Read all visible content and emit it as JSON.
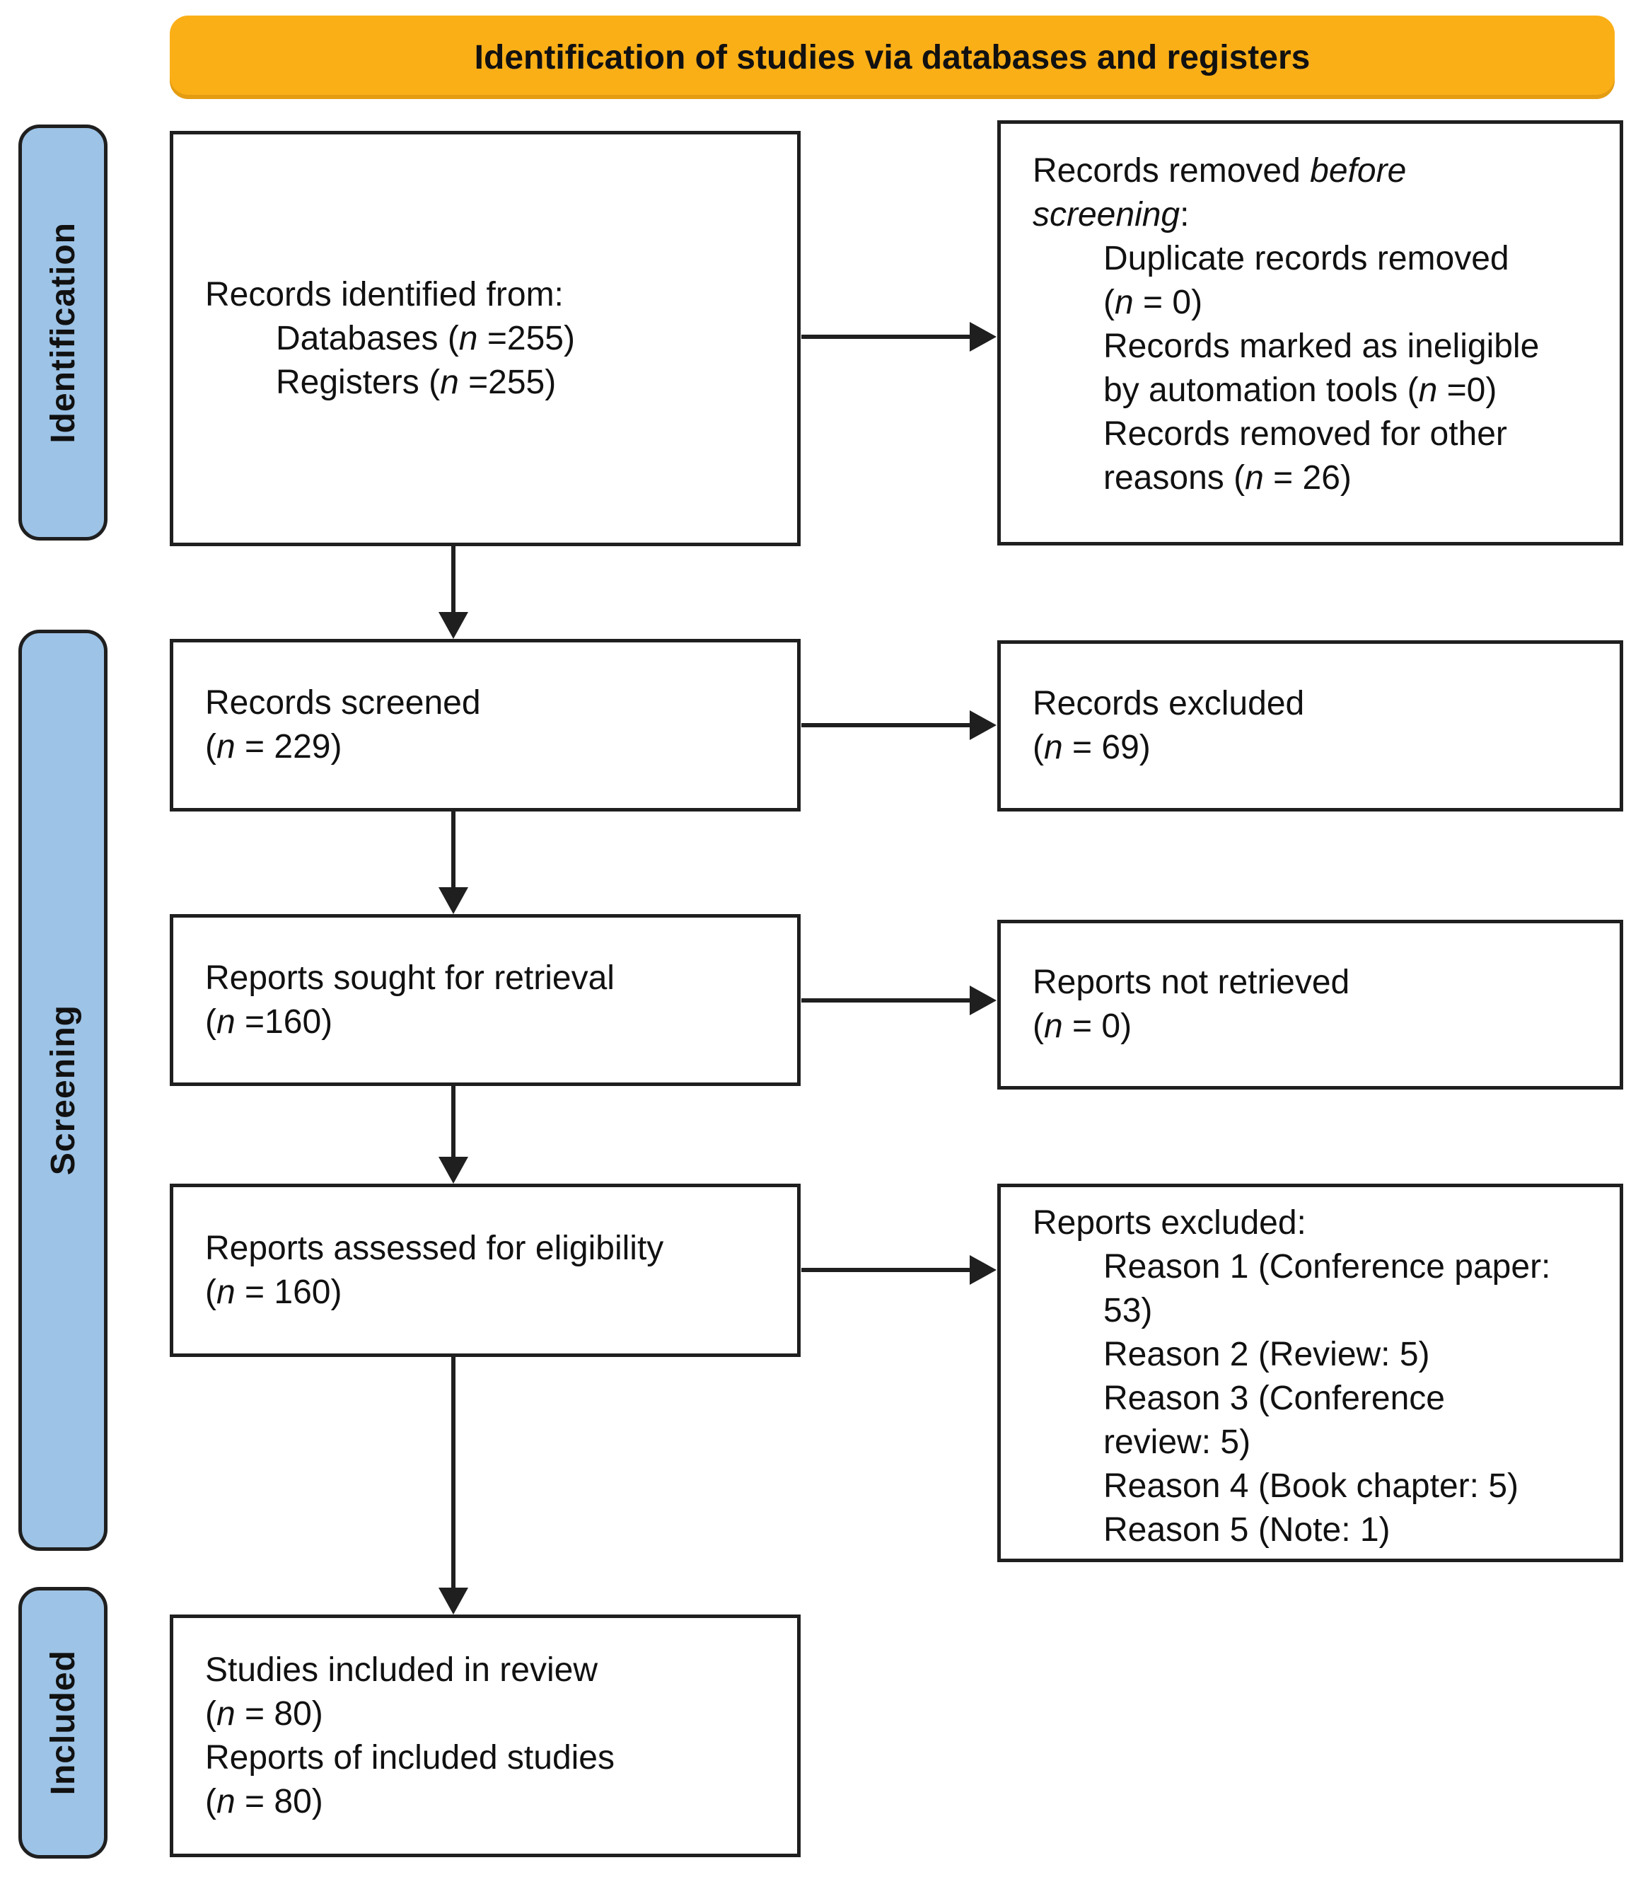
{
  "header": {
    "title": "Identification of studies via databases and registers"
  },
  "colors": {
    "banner": "#FBAF17",
    "sidebar": "#9DC3E6",
    "border": "#1F1F1F",
    "text": "#111111",
    "background": "#FFFFFF"
  },
  "sidebar": {
    "items": [
      {
        "label": "Identification"
      },
      {
        "label": "Screening"
      },
      {
        "label": "Included"
      }
    ]
  },
  "boxes": {
    "records_identified": {
      "lines": [
        {
          "indent": 0,
          "segments": [
            {
              "text": "Records identified from:"
            }
          ]
        },
        {
          "indent": 1,
          "segments": [
            {
              "text": "Databases ("
            },
            {
              "text": "n",
              "italic": true
            },
            {
              "text": " =255)"
            }
          ]
        },
        {
          "indent": 1,
          "segments": [
            {
              "text": "Registers ("
            },
            {
              "text": "n",
              "italic": true
            },
            {
              "text": " =255)"
            }
          ]
        }
      ]
    },
    "records_removed": {
      "lines": [
        {
          "indent": 0,
          "segments": [
            {
              "text": "Records removed "
            },
            {
              "text": "before",
              "italic": true
            }
          ]
        },
        {
          "indent": 0,
          "segments": [
            {
              "text": "screening",
              "italic": true
            },
            {
              "text": ":"
            }
          ]
        },
        {
          "indent": 1,
          "segments": [
            {
              "text": "Duplicate records removed"
            }
          ]
        },
        {
          "indent": 1,
          "segments": [
            {
              "text": "("
            },
            {
              "text": "n",
              "italic": true
            },
            {
              "text": " = 0)"
            }
          ]
        },
        {
          "indent": 1,
          "segments": [
            {
              "text": "Records marked as ineligible"
            }
          ]
        },
        {
          "indent": 1,
          "segments": [
            {
              "text": "by automation tools ("
            },
            {
              "text": "n",
              "italic": true
            },
            {
              "text": " =0)"
            }
          ]
        },
        {
          "indent": 1,
          "segments": [
            {
              "text": "Records removed for other"
            }
          ]
        },
        {
          "indent": 1,
          "segments": [
            {
              "text": "reasons ("
            },
            {
              "text": "n",
              "italic": true
            },
            {
              "text": " = 26)"
            }
          ]
        }
      ]
    },
    "records_screened": {
      "lines": [
        {
          "indent": 0,
          "segments": [
            {
              "text": "Records screened"
            }
          ]
        },
        {
          "indent": 0,
          "segments": [
            {
              "text": "("
            },
            {
              "text": "n",
              "italic": true
            },
            {
              "text": " = 229)"
            }
          ]
        }
      ]
    },
    "records_excluded": {
      "lines": [
        {
          "indent": 0,
          "segments": [
            {
              "text": "Records excluded"
            }
          ]
        },
        {
          "indent": 0,
          "segments": [
            {
              "text": "("
            },
            {
              "text": "n",
              "italic": true
            },
            {
              "text": " = 69)"
            }
          ]
        }
      ]
    },
    "reports_sought": {
      "lines": [
        {
          "indent": 0,
          "segments": [
            {
              "text": "Reports sought for retrieval"
            }
          ]
        },
        {
          "indent": 0,
          "segments": [
            {
              "text": "("
            },
            {
              "text": "n",
              "italic": true
            },
            {
              "text": " =160)"
            }
          ]
        }
      ]
    },
    "reports_not_retrieved": {
      "lines": [
        {
          "indent": 0,
          "segments": [
            {
              "text": "Reports not retrieved"
            }
          ]
        },
        {
          "indent": 0,
          "segments": [
            {
              "text": "("
            },
            {
              "text": "n",
              "italic": true
            },
            {
              "text": " = 0)"
            }
          ]
        }
      ]
    },
    "reports_assessed": {
      "lines": [
        {
          "indent": 0,
          "segments": [
            {
              "text": "Reports assessed for eligibility"
            }
          ]
        },
        {
          "indent": 0,
          "segments": [
            {
              "text": "("
            },
            {
              "text": "n",
              "italic": true
            },
            {
              "text": " = 160)"
            }
          ]
        }
      ]
    },
    "reports_excluded": {
      "lines": [
        {
          "indent": 0,
          "segments": [
            {
              "text": "Reports excluded:"
            }
          ]
        },
        {
          "indent": 1,
          "segments": [
            {
              "text": "Reason 1 (Conference paper:"
            }
          ]
        },
        {
          "indent": 1,
          "segments": [
            {
              "text": "53)"
            }
          ]
        },
        {
          "indent": 1,
          "segments": [
            {
              "text": "Reason 2 (Review: 5)"
            }
          ]
        },
        {
          "indent": 1,
          "segments": [
            {
              "text": "Reason 3 (Conference"
            }
          ]
        },
        {
          "indent": 1,
          "segments": [
            {
              "text": "review: 5)"
            }
          ]
        },
        {
          "indent": 1,
          "segments": [
            {
              "text": "Reason 4 (Book chapter: 5)"
            }
          ]
        },
        {
          "indent": 1,
          "segments": [
            {
              "text": "Reason 5 (Note: 1)"
            }
          ]
        }
      ]
    },
    "studies_included": {
      "lines": [
        {
          "indent": 0,
          "segments": [
            {
              "text": "Studies included in review"
            }
          ]
        },
        {
          "indent": 0,
          "segments": [
            {
              "text": "("
            },
            {
              "text": "n",
              "italic": true
            },
            {
              "text": " = 80)"
            }
          ]
        },
        {
          "indent": 0,
          "segments": [
            {
              "text": "Reports of included studies"
            }
          ]
        },
        {
          "indent": 0,
          "segments": [
            {
              "text": "("
            },
            {
              "text": "n",
              "italic": true
            },
            {
              "text": " = 80)"
            }
          ]
        }
      ]
    }
  }
}
